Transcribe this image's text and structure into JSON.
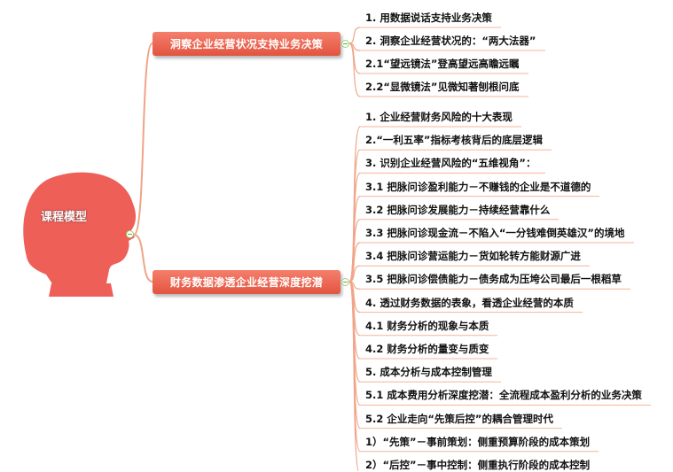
{
  "central": {
    "label": "课程模型"
  },
  "branches": [
    {
      "label": "洞察企业经营状况支持业务决策",
      "leaves": [
        "1. 用数据说话支持业务决策",
        "2. 洞察企业经营状况的：“两大法器”",
        "2.1“望远镜法”登高望远高瞻远瞩",
        "2.2“显微镜法”见微知著刨根问底"
      ]
    },
    {
      "label": "财务数据渗透企业经营深度挖潜",
      "leaves": [
        "1. 企业经营财务风险的十大表现",
        "2.“一利五率”指标考核背后的底层逻辑",
        "3. 识别企业经营风险的“五维视角”：",
        "3.1 把脉问诊盈利能力－不赚钱的企业是不道德的",
        "3.2 把脉问诊发展能力－持续经营靠什么",
        "3.3 把脉问诊现金流－不陷入“一分钱难倒英雄汉”的境地",
        "3.4 把脉问诊营运能力－货如轮转方能财源广进",
        "3.5 把脉问诊偿债能力－债务成为压垮公司最后一根稻草",
        "4. 透过财务数据的表象，看透企业经营的本质",
        "4.1 财务分析的现象与本质",
        "4.2 财务分析的量变与质变",
        "5. 成本分析与成本控制管理",
        "5.1 成本费用分析深度挖潜：全流程成本盈利分析的业务决策",
        "5.2 企业走向“先策后控”的耦合管理时代",
        "1）“先策”－事前策划：侧重预算阶段的成本策划",
        "2）“后控”－事中控制：侧重执行阶段的成本控制"
      ]
    }
  ],
  "colors": {
    "head": "#ee5f58",
    "branch": "#e3543f",
    "connector": "#f0a488",
    "underline": "#f4b39d",
    "toggle": "#9ccf7a"
  }
}
